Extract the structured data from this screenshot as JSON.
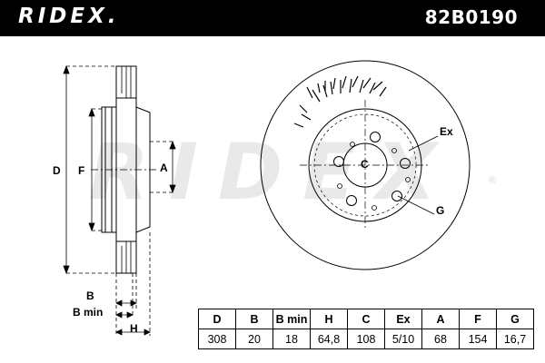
{
  "header": {
    "brand": "RIDEX.",
    "part_number": "82B0190"
  },
  "watermark": {
    "text": "RIDEX",
    "registered": "®"
  },
  "side_view": {
    "dimension_labels": {
      "D": "D",
      "F": "F",
      "A": "A",
      "B": "B",
      "B_min": "B min",
      "H": "H"
    }
  },
  "front_view": {
    "callouts": {
      "Ex": "Ex",
      "C": "C",
      "G": "G"
    }
  },
  "specs": {
    "headers": [
      "D",
      "B",
      "B min",
      "H",
      "C",
      "Ex",
      "A",
      "F",
      "G"
    ],
    "values": [
      "308",
      "20",
      "18",
      "64,8",
      "108",
      "5/10",
      "68",
      "154",
      "16,7"
    ]
  }
}
